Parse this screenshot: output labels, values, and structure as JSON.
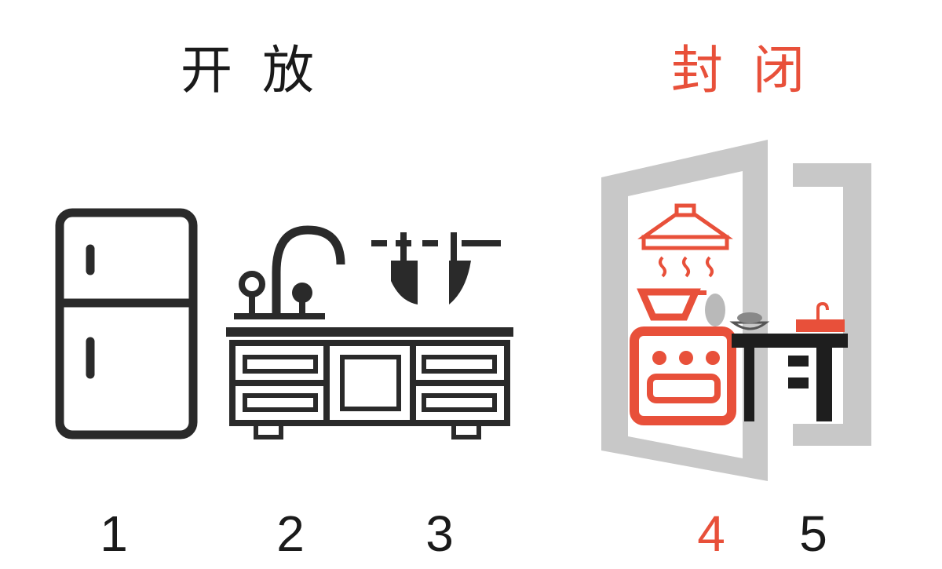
{
  "headings": {
    "open": "开放",
    "closed": "封闭"
  },
  "labels": [
    "1",
    "2",
    "3",
    "4",
    "5"
  ],
  "colors": {
    "dark": "#1a1a1a",
    "accent": "#e8503a",
    "door": "#c8c8c8"
  },
  "icons": {
    "item_1": "refrigerator-icon",
    "item_2": "sink-cabinet-icon",
    "item_3": "hanging-knives-icon",
    "item_4": "range-hood-and-stove-icon",
    "item_5": "countertop-table-with-sink-icon",
    "door": "open-door-icon"
  }
}
